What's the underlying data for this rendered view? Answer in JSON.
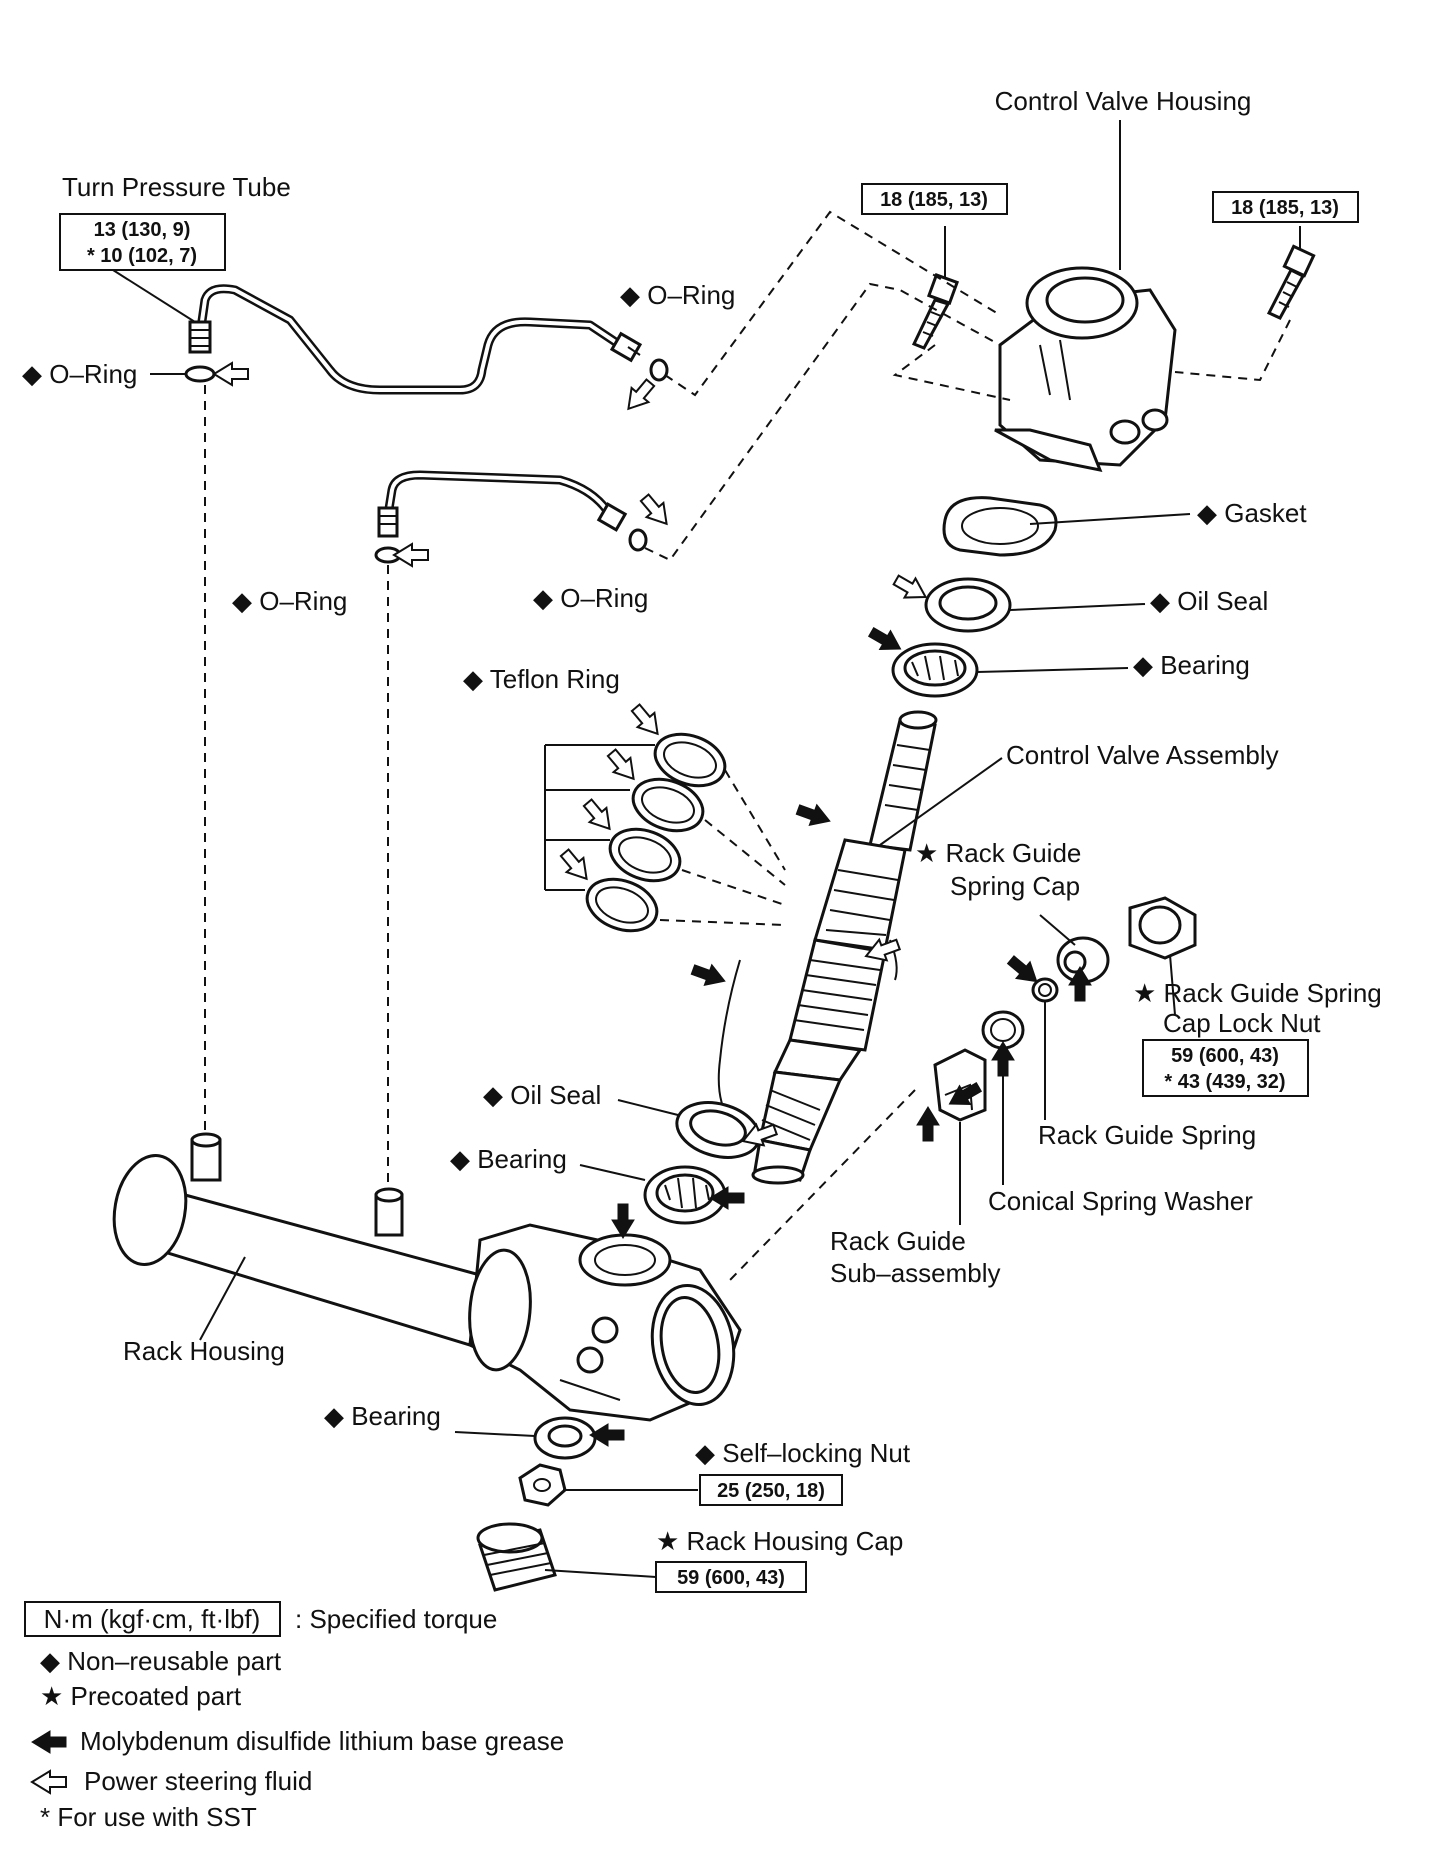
{
  "labels": {
    "control_valve_housing": "Control Valve Housing",
    "turn_pressure_tube": "Turn Pressure Tube",
    "o_ring_upper": "◆ O–Ring",
    "o_ring_left": "◆ O–Ring",
    "o_ring_mid_left": "◆ O–Ring",
    "o_ring_mid": "◆ O–Ring",
    "gasket": "◆ Gasket",
    "oil_seal_upper": "◆ Oil Seal",
    "bearing_upper": "◆ Bearing",
    "teflon_ring": "◆ Teflon Ring",
    "control_valve_assembly": "Control Valve Assembly",
    "rack_guide_spring_cap_l1": "★ Rack Guide",
    "rack_guide_spring_cap_l2": "Spring Cap",
    "rack_guide_spring_cap_lock_nut_l1": "★ Rack Guide Spring",
    "rack_guide_spring_cap_lock_nut_l2": "Cap Lock Nut",
    "oil_seal_lower": "◆ Oil Seal",
    "bearing_mid": "◆ Bearing",
    "rack_guide_spring": "Rack Guide Spring",
    "conical_spring_washer": "Conical Spring Washer",
    "rack_guide_subassembly_l1": "Rack Guide",
    "rack_guide_subassembly_l2": "Sub–assembly",
    "rack_housing": "Rack Housing",
    "bearing_lower": "◆ Bearing",
    "self_locking_nut": "◆ Self–locking Nut",
    "rack_housing_cap": "★ Rack Housing Cap"
  },
  "torques": {
    "turn_tube_l1": "13 (130, 9)",
    "turn_tube_l2": "* 10 (102, 7)",
    "cv_bolt_left": "18 (185, 13)",
    "cv_bolt_right": "18 (185, 13)",
    "lock_nut_l1": "59 (600, 43)",
    "lock_nut_l2": "* 43 (439, 32)",
    "self_locking_nut": "25 (250, 18)",
    "rack_housing_cap": "59 (600, 43)"
  },
  "legend": {
    "torque_unit": "N·m (kgf·cm, ft·lbf)",
    "torque_desc": ": Specified torque",
    "non_reusable": "◆ Non–reusable part",
    "precoated": "★ Precoated part",
    "moly_grease": "Molybdenum disulfide lithium base grease",
    "ps_fluid": "Power steering fluid",
    "sst": "*  For use with SST"
  }
}
